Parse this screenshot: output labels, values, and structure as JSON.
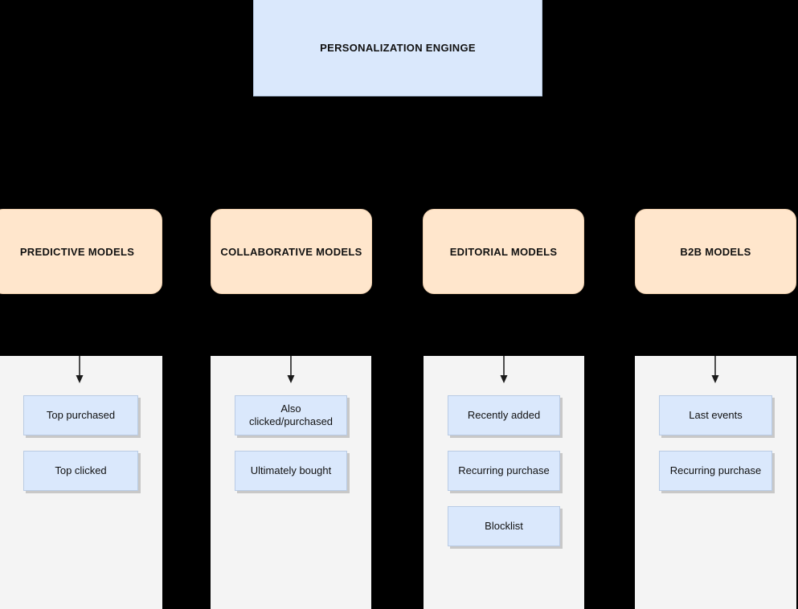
{
  "diagram": {
    "background_color": "#000000",
    "engine": {
      "label": "PERSONALIZATION ENGINGE",
      "fill": "#dae8fc"
    },
    "models": [
      {
        "label": "PREDICTIVE MODELS",
        "fill": "#ffe6cc"
      },
      {
        "label": "COLLABORATIVE MODELS",
        "fill": "#ffe6cc"
      },
      {
        "label": "EDITORIAL MODELS",
        "fill": "#ffe6cc"
      },
      {
        "label": "B2B MODELS",
        "fill": "#ffe6cc"
      }
    ],
    "columns": [
      {
        "panel_fill": "#f4f4f4",
        "arrow": "down-arrow-icon",
        "items": [
          {
            "label": "Top purchased"
          },
          {
            "label": "Top clicked"
          }
        ]
      },
      {
        "panel_fill": "#f4f4f4",
        "arrow": "down-arrow-icon",
        "items": [
          {
            "label": "Also clicked/purchased"
          },
          {
            "label": "Ultimately bought"
          }
        ]
      },
      {
        "panel_fill": "#f4f4f4",
        "arrow": "down-arrow-icon",
        "items": [
          {
            "label": "Recently added"
          },
          {
            "label": "Recurring purchase"
          },
          {
            "label": "Blocklist"
          }
        ]
      },
      {
        "panel_fill": "#f4f4f4",
        "arrow": "down-arrow-icon",
        "items": [
          {
            "label": "Last events"
          },
          {
            "label": "Recurring purchase"
          }
        ]
      }
    ]
  }
}
